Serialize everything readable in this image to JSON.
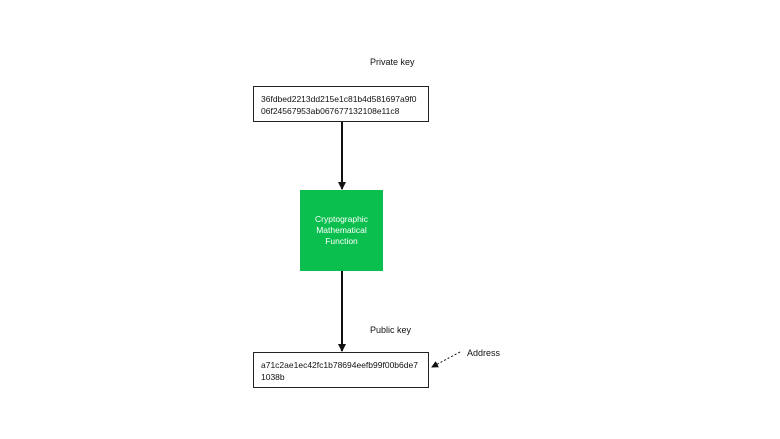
{
  "diagram": {
    "private_key": {
      "label": "Private key",
      "value": "36fdbed2213dd215e1c81b4d581697a9f006f24567953ab067677132108e11c8"
    },
    "function_box": {
      "lines": [
        "Cryptographic",
        "Mathematical",
        "Function"
      ],
      "fill_color": "#0bbf4e",
      "text_color": "#ffffff"
    },
    "public_key": {
      "label": "Public key",
      "value": "a71c2ae1ec42fc1b78694eefb99f00b6de71038b"
    },
    "address": {
      "label": "Address"
    }
  }
}
